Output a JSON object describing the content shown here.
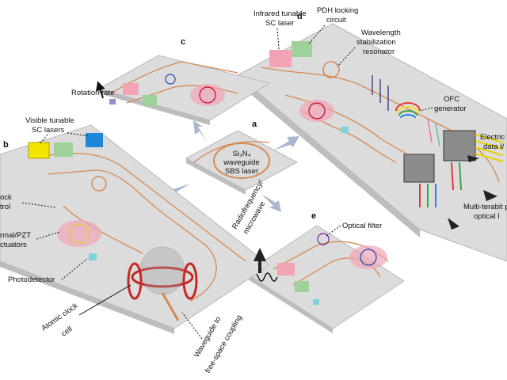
{
  "panels": {
    "a": {
      "letter": "a",
      "center_label": [
        "Si₃N₄",
        "waveguide",
        "SBS laser"
      ]
    },
    "b": {
      "letter": "b"
    },
    "c": {
      "letter": "c"
    },
    "d": {
      "letter": "d"
    },
    "e": {
      "letter": "e"
    }
  },
  "labels": {
    "rotation_rate": "Rotation rate",
    "visible_tunable": [
      "Visible tunable",
      "SC lasers"
    ],
    "infrared_tunable": [
      "Infrared tunable",
      "SC laser"
    ],
    "pdh_locking": [
      "PDH locking",
      "circuit"
    ],
    "wavelength_stab": [
      "Wavelength",
      "stabilization",
      "resonator"
    ],
    "ofc_generator": [
      "OFC",
      "generator"
    ],
    "electrical_data": [
      "Electric",
      "data I/"
    ],
    "multi_terabit": [
      "Multi-terabit per",
      "optical I"
    ],
    "optical_filter": "Optical filter",
    "radiofrequency": [
      "Radiofrequency/",
      "microwave"
    ],
    "clock_control": [
      "ock",
      "trol"
    ],
    "thermal_pzt": [
      "rmal/PZT",
      "ctuators"
    ],
    "photodetector": "Photodetector",
    "atomic_clock": [
      "Atomic clock",
      "cell"
    ],
    "waveguide_coupling": [
      "Waveguide to",
      "free-space coupling"
    ]
  },
  "colors": {
    "board": "#dcdcdc",
    "waveguide": "#d38a56",
    "resonator_pink": "#f0a5b5",
    "pcb_green": "#9fd29a",
    "detector_cyan": "#7fd3d8",
    "laser_yellow": "#f2e600",
    "laser_blue": "#1e88d8",
    "arrow_blue": "#a9b7cf"
  }
}
